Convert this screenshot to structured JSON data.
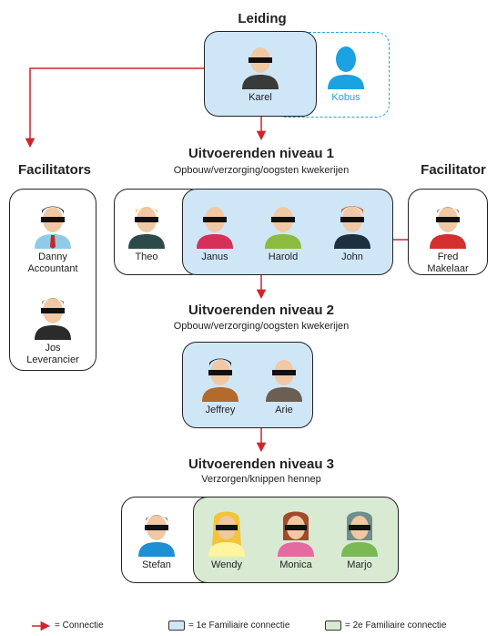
{
  "leiding": {
    "title": "Leiding",
    "karel": "Karel",
    "kobus": "Kobus"
  },
  "left_fac": {
    "title": "Facilitators",
    "danny": "Danny\nAccountant",
    "jos": "Jos\nLeverancier"
  },
  "right_fac": {
    "title": "Facilitator",
    "fred": "Fred\nMakelaar"
  },
  "level1": {
    "title": "Uitvoerenden niveau 1",
    "subtitle": "Opbouw/verzorging/oogsten kwekerijen",
    "theo": "Theo",
    "janus": "Janus",
    "harold": "Harold",
    "john": "John"
  },
  "level2": {
    "title": "Uitvoerenden niveau 2",
    "subtitle": "Opbouw/verzorging/oogsten kwekerijen",
    "jeffrey": "Jeffrey",
    "arie": "Arie"
  },
  "level3": {
    "title": "Uitvoerenden niveau 3",
    "subtitle": "Verzorgen/knippen hennep",
    "stefan": "Stefan",
    "wendy": "Wendy",
    "monica": "Monica",
    "marjo": "Marjo"
  },
  "legend": {
    "connectie": "= Connectie",
    "first": "= 1e Familiaire connectie",
    "second": "= 2e Familiaire connectie"
  },
  "colors": {
    "arrow": "#d0232a",
    "first_fill": "#cfe6f7",
    "second_fill": "#d9ead3",
    "kobus": "#1aa3e0"
  }
}
